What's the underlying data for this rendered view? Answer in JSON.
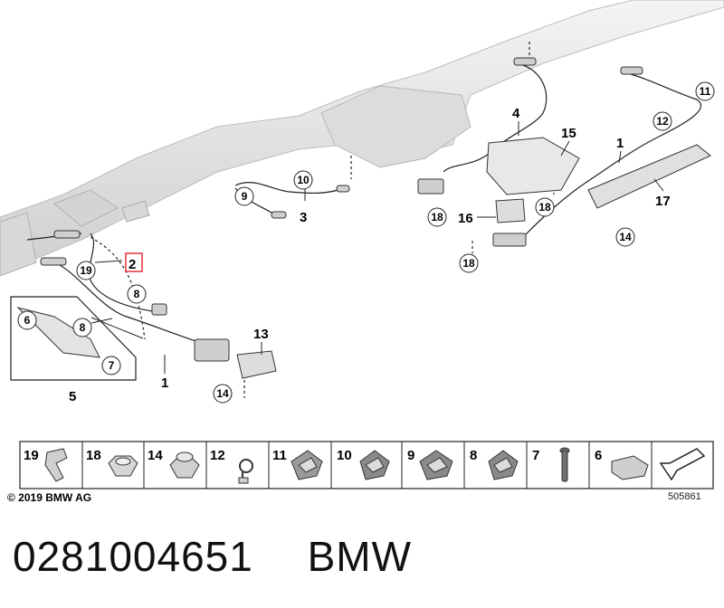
{
  "diagram": {
    "callouts_plain": [
      "4",
      "15",
      "1",
      "16",
      "17",
      "3",
      "2",
      "5",
      "1",
      "13"
    ],
    "callouts_circled": [
      "9",
      "10",
      "11",
      "12",
      "18",
      "18",
      "18",
      "14",
      "19",
      "8",
      "6",
      "8",
      "7",
      "14"
    ]
  },
  "legend": {
    "items": [
      {
        "num": "19",
        "icon": "bracket-clip-icon"
      },
      {
        "num": "18",
        "icon": "hex-nut-icon"
      },
      {
        "num": "14",
        "icon": "hex-collar-nut-icon"
      },
      {
        "num": "12",
        "icon": "ring-clip-icon"
      },
      {
        "num": "11",
        "icon": "cable-holder-icon"
      },
      {
        "num": "10",
        "icon": "cable-holder-icon"
      },
      {
        "num": "9",
        "icon": "cable-holder-icon"
      },
      {
        "num": "8",
        "icon": "cable-holder-icon"
      },
      {
        "num": "7",
        "icon": "expanding-rivet-icon"
      },
      {
        "num": "6",
        "icon": "clip-sleeve-icon"
      },
      {
        "num": "",
        "icon": "arrow-indicator-icon"
      }
    ]
  },
  "footer": {
    "copyright": "© 2019 BMW AG",
    "doc_number": "505861"
  },
  "part": {
    "number": "0281004651",
    "brand": "BMW"
  },
  "colors": {
    "highlight_box": "#e0323c",
    "exhaust_fill": "#e6e6e6",
    "line": "#222222"
  }
}
